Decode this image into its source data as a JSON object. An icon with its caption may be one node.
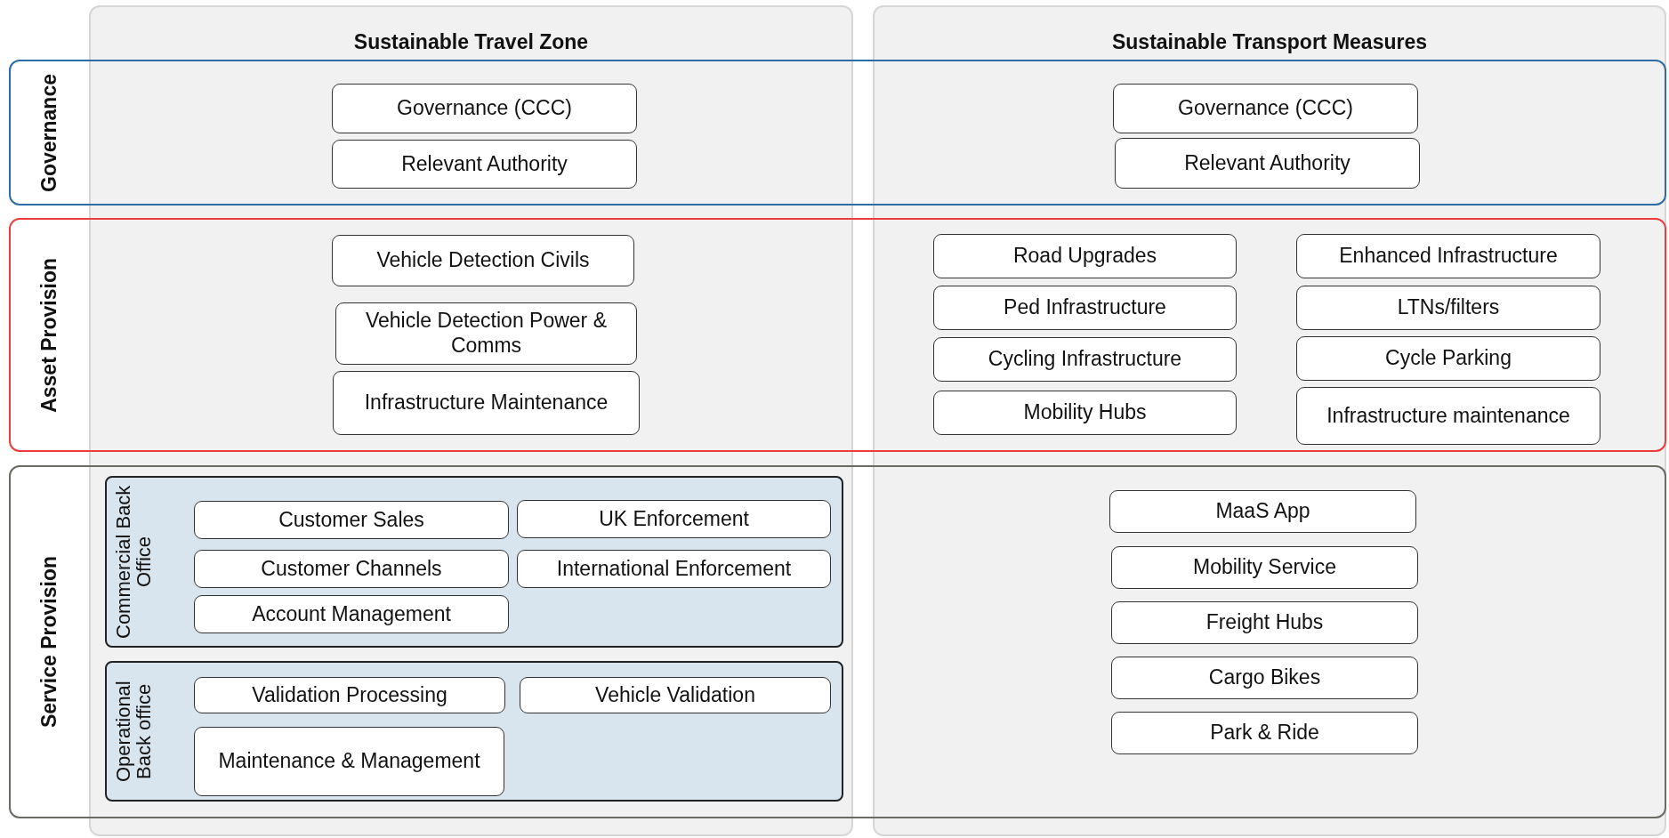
{
  "diagram": {
    "nodes": [
      {
        "text": [
          "Sustainable Travel Zone"
        ]
      },
      {
        "text": [
          "Sustainable Transport Measures"
        ]
      },
      {
        "text": [
          "Governance"
        ]
      },
      {
        "text": [
          "Asset Provision"
        ]
      },
      {
        "text": [
          "Service Provision"
        ]
      },
      {
        "text": [
          "Governance (CCC)"
        ]
      },
      {
        "text": [
          "Relevant Authority"
        ]
      },
      {
        "text": [
          "Governance (CCC)"
        ]
      },
      {
        "text": [
          "Relevant Authority"
        ]
      },
      {
        "text": [
          "Vehicle Detection Civils"
        ]
      },
      {
        "text": [
          "Vehicle Detection Power & Comms"
        ]
      },
      {
        "text": [
          "Infrastructure Maintenance"
        ]
      },
      {
        "text": [
          "Road Upgrades"
        ]
      },
      {
        "text": [
          "Enhanced Infrastructure"
        ]
      },
      {
        "text": [
          "Ped Infrastructure"
        ]
      },
      {
        "text": [
          "LTNs/filters"
        ]
      },
      {
        "text": [
          "Cycling Infrastructure"
        ]
      },
      {
        "text": [
          "Cycle Parking"
        ]
      },
      {
        "text": [
          "Mobility Hubs"
        ]
      },
      {
        "text": [
          "Infrastructure maintenance"
        ]
      },
      {
        "text": [
          "Commercial Back Office"
        ]
      },
      {
        "text": [
          "Customer Sales"
        ],
        "in": 20
      },
      {
        "text": [
          "UK Enforcement"
        ],
        "in": 20
      },
      {
        "text": [
          "Customer Channels"
        ],
        "in": 20
      },
      {
        "text": [
          "International Enforcement"
        ],
        "in": 20
      },
      {
        "text": [
          "Account Management"
        ],
        "in": 20
      },
      {
        "text": [
          "Operational Back office"
        ]
      },
      {
        "text": [
          "Validation Processing"
        ],
        "in": 26
      },
      {
        "text": [
          "Vehicle Validation"
        ],
        "in": 26
      },
      {
        "text": [
          "Maintenance & Management"
        ],
        "in": 26
      },
      {
        "text": [
          "MaaS App"
        ]
      },
      {
        "text": [
          "Mobility Service"
        ]
      },
      {
        "text": [
          "Freight Hubs"
        ]
      },
      {
        "text": [
          "Cargo Bikes"
        ]
      },
      {
        "text": [
          "Park & Ride"
        ]
      }
    ]
  }
}
